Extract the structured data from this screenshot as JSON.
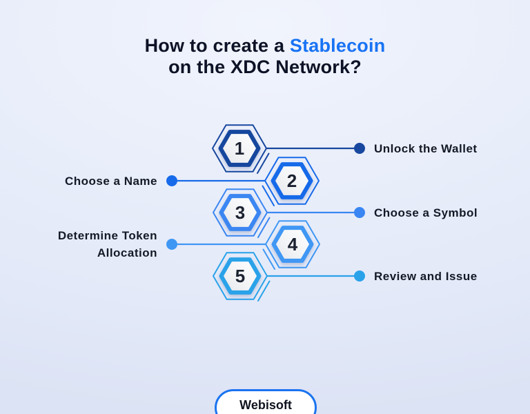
{
  "title": {
    "line1_prefix": "How to create a ",
    "line1_accent": "Stablecoin",
    "line2": "on the XDC Network?"
  },
  "colors": {
    "accent_blue": "#1973f4",
    "title_dark": "#0d1226",
    "label_dark": "#141927",
    "background": "#e7ecf9"
  },
  "steps": [
    {
      "num": "1",
      "label": "Unlock the Wallet",
      "side": "right",
      "color": "#17479e"
    },
    {
      "num": "2",
      "label": "Choose a Name",
      "side": "left",
      "color": "#176ae9"
    },
    {
      "num": "3",
      "label": "Choose a Symbol",
      "side": "right",
      "color": "#3a86f2"
    },
    {
      "num": "4",
      "label": "Determine Token Allocation",
      "side": "left",
      "color": "#3f97f4"
    },
    {
      "num": "5",
      "label": "Review and Issue",
      "side": "right",
      "color": "#29a2e9"
    }
  ],
  "footer": {
    "brand": "Webisoft"
  }
}
